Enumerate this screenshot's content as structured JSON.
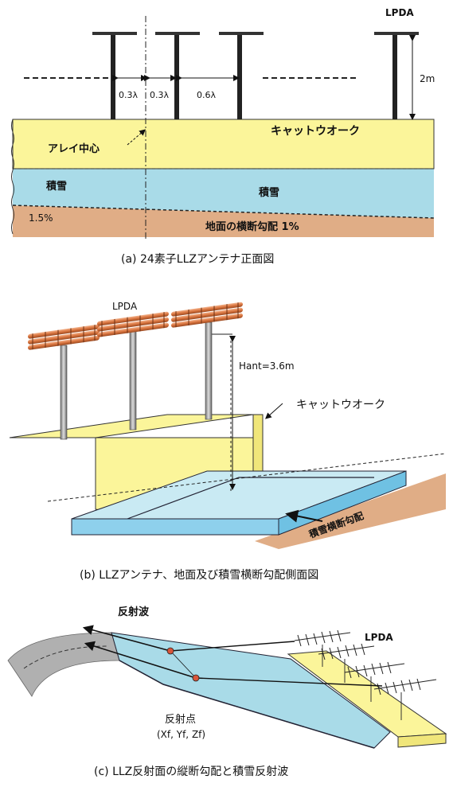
{
  "panel_a": {
    "lpda": "LPDA",
    "height": "2m",
    "spacing_1": "0.3λ",
    "spacing_2": "0.3λ",
    "spacing_3": "0.6λ",
    "array_center": "アレイ中心",
    "catwalk": "キャットウオーク",
    "snow_left": "積雪",
    "snow_right": "積雪",
    "slope_left": "1.5%",
    "slope_right": "地面の横断勾配 1%",
    "caption": "(a)  24素子LLZアンテナ正面図"
  },
  "panel_b": {
    "lpda": "LPDA",
    "hant": "Hant=3.6m",
    "catwalk": "キャットウオーク",
    "slope": "積雪横断勾配",
    "caption": "(b)  LLZアンテナ、地面及び積雪横断勾配側面図"
  },
  "panel_c": {
    "reflected_wave": "反射波",
    "lpda": "LPDA",
    "reflection_point": "反射点",
    "coords": "(Xf, Yf, Zf)",
    "caption": "(c)   LLZ反射面の縦断勾配と積雪反射波"
  },
  "colors": {
    "catwalk_yellow": "#fbf59a",
    "snow_blue": "#a9dbe8",
    "ground_brown": "#e0ad86",
    "box_blue": "#8ed0ec",
    "pipe_orange": "#d9743e"
  }
}
